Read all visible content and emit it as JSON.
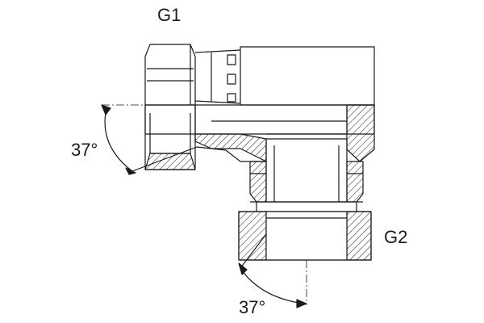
{
  "labels": {
    "port_1": "G1",
    "port_2": "G2",
    "angle_1": "37°",
    "angle_2": "37°"
  },
  "colors": {
    "line": "#1a1a1a",
    "background": "#ffffff"
  }
}
